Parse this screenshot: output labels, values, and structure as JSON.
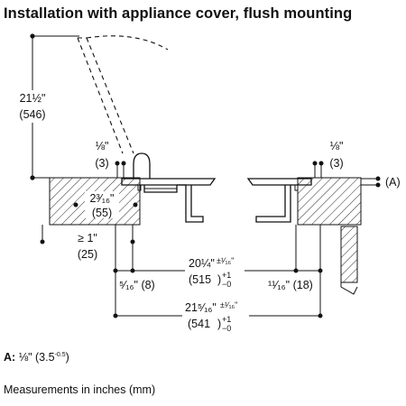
{
  "title": "Installation with appliance cover, flush mounting",
  "dims": {
    "lid_height_in": "21½\"",
    "lid_height_mm": "(546)",
    "gap_left_in": "⅛\"",
    "gap_left_mm": "(3)",
    "gap_right_in": "⅛\"",
    "gap_right_mm": "(3)",
    "ref_a": "(A)",
    "depth_in": "2³⁄₁₆\"",
    "depth_mm": "(55)",
    "min_in": "≥ 1\"",
    "min_mm": "(25)",
    "cutout_in": "20¼\"",
    "cutout_tol": "±¹⁄₁₆\"",
    "cutout_mm": "(515",
    "cutout_mm_tol": "+1",
    "offset_left": "⁵⁄₁₆\" (8)",
    "offset_right": "¹¹⁄₁₆\" (18)",
    "overall_in": "21⁵⁄₁₆\"",
    "overall_tol": "±¹⁄₁₆\"",
    "overall_mm": "(541",
    "overall_mm_tol": "+1"
  },
  "notes": {
    "a_label": "A:",
    "a_value": "⅛\" (3.5",
    "a_tol": "-0.5",
    "a_close": ")",
    "units": "Measurements in inches (mm)"
  }
}
